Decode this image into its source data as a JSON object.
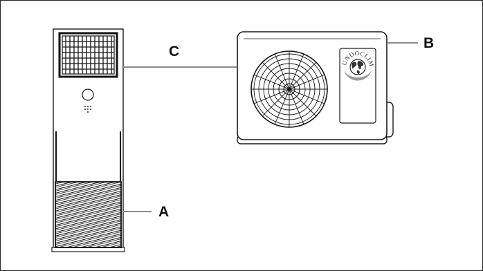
{
  "labels": {
    "a": "A",
    "b": "B",
    "c": "C"
  },
  "brand": {
    "text": "MUNDOCLIMA"
  },
  "colors": {
    "line": "#1a1a1a",
    "leader": "#8a8a8a",
    "globe_swoosh": "#9a9a9a"
  },
  "components": {
    "indoor_unit": "floor-standing-indoor-unit",
    "outdoor_unit": "outdoor-condenser-unit",
    "connection": "refrigerant-connection-line"
  }
}
